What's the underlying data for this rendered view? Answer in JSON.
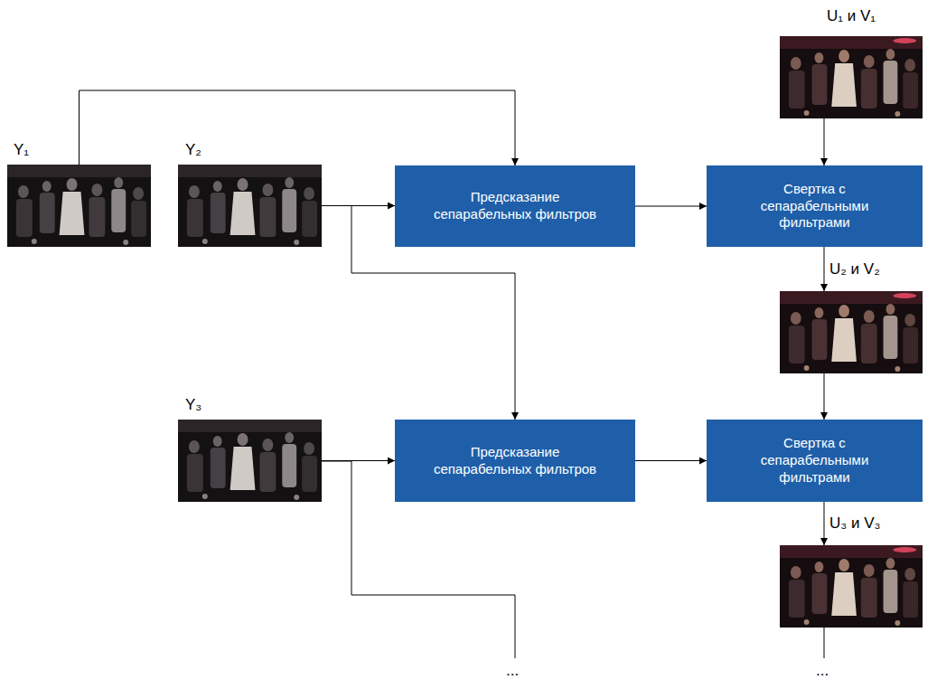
{
  "diagram": {
    "nodes": [
      {
        "text": [
          "Y₁"
        ]
      },
      {
        "text": [
          "Y₂"
        ]
      },
      {
        "text": [
          "Предсказание сепарабельных фильтров"
        ]
      },
      {
        "text": [
          "U₁ и V₁"
        ]
      },
      {
        "text": [
          "Свертка с сепарабельными фильтрами"
        ]
      },
      {
        "text": [
          "U₂ и V₂"
        ]
      },
      {
        "text": [
          "Y₃"
        ]
      },
      {
        "text": [
          "Предсказание сепарабельных фильтров"
        ]
      },
      {
        "text": [
          "Свертка с сепарабельными фильтрами"
        ]
      },
      {
        "text": [
          "U₃ и V₃"
        ]
      }
    ],
    "edges": [
      {
        "from": 0,
        "to": 2,
        "arrow": "to"
      },
      {
        "from": 1,
        "to": 2,
        "arrow": "to"
      },
      {
        "from": 1,
        "to": 7,
        "arrow": "to"
      },
      {
        "from": 2,
        "to": 4,
        "arrow": "to"
      },
      {
        "from": 3,
        "to": 4,
        "arrow": "to"
      },
      {
        "from": 4,
        "to": 5,
        "arrow": "to"
      },
      {
        "from": 5,
        "to": 8,
        "arrow": "to"
      },
      {
        "from": 6,
        "to": 7,
        "arrow": "to"
      },
      {
        "from": 7,
        "to": 8,
        "arrow": "to"
      },
      {
        "from": 8,
        "to": 9,
        "arrow": "to"
      }
    ],
    "labels": [
      "...",
      "..."
    ]
  }
}
